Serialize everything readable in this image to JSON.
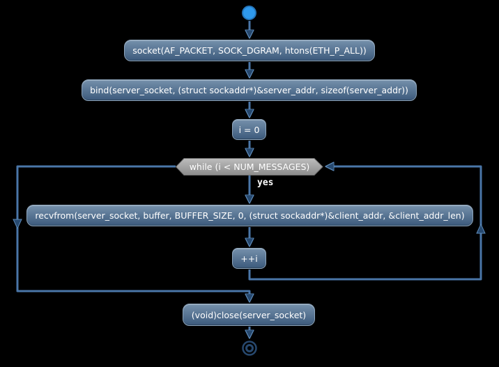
{
  "diagram": {
    "nodes": {
      "socket_call": {
        "label": "socket(AF_PACKET, SOCK_DGRAM, htons(ETH_P_ALL))"
      },
      "bind_call": {
        "label": "bind(server_socket, (struct sockaddr*)&server_addr, sizeof(server_addr))"
      },
      "init_counter": {
        "label": "i = 0"
      },
      "loop_condition": {
        "label": "while (i < NUM_MESSAGES)"
      },
      "recvfrom_call": {
        "label": "recvfrom(server_socket, buffer, BUFFER_SIZE, 0, (struct sockaddr*)&client_addr, &client_addr_len)"
      },
      "increment_counter": {
        "label": "++i"
      },
      "close_call": {
        "label": "(void)close(server_socket)"
      }
    },
    "edge_labels": {
      "loop_yes": "yes"
    },
    "colors": {
      "background": "#000000",
      "activity_fill_top": "#7590ab",
      "activity_fill_bottom": "#3c5a7c",
      "activity_border": "#8ea6bd",
      "decision_fill_top": "#bdbdbd",
      "decision_fill_bottom": "#8b8b8b",
      "decision_border": "#6f6f6f",
      "arrow": "#4a76a8",
      "arrowhead": "#27496f",
      "start_node": "#2f99ec",
      "end_node": "#27486e",
      "text": "#ffffff"
    }
  }
}
